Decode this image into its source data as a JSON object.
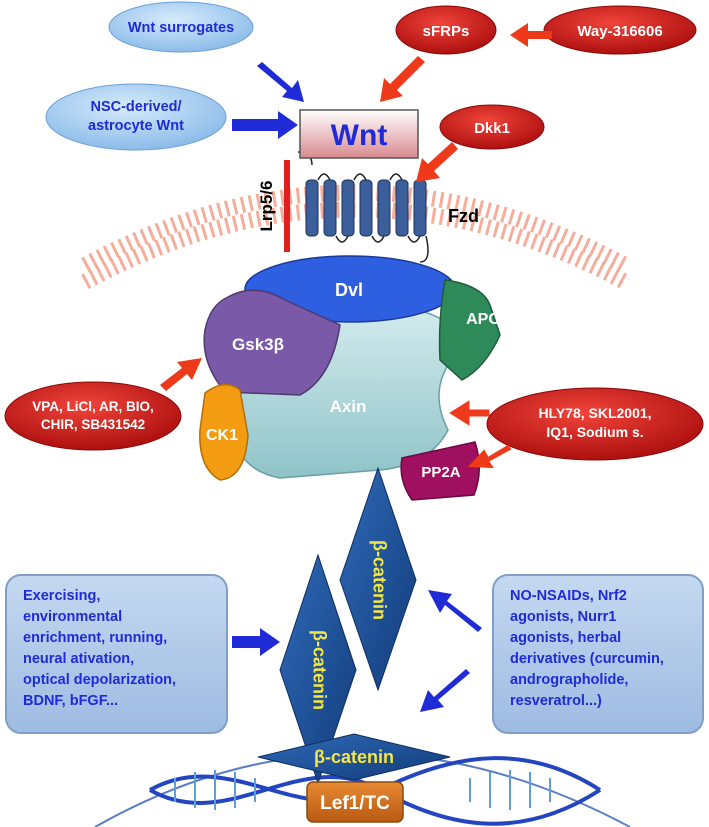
{
  "ligand_modulators": {
    "wnt_surrogates": "Wnt surrogates",
    "nsc_wnt": [
      "NSC-derived/",
      "astrocyte Wnt"
    ],
    "sfrps": "sFRPs",
    "way": "Way-316606",
    "dkk1": "Dkk1"
  },
  "receptor": {
    "wnt": "Wnt",
    "lrp": "Lrp5/6",
    "fzd": "Fzd"
  },
  "destruction_complex": {
    "dvl": "Dvl",
    "apc": "APC",
    "gsk3b": "Gsk3β",
    "axin": "Axin",
    "ck1": "CK1",
    "pp2a": "PP2A"
  },
  "gsk3b_inhibitors": [
    "VPA, LiCl, AR, BIO,",
    "CHIR, SB431542"
  ],
  "axin_modulators": [
    "HLY78, SKL2001,",
    "IQ1, Sodium s."
  ],
  "beta_catenin": "β-catenin",
  "left_box": [
    "Exercising,",
    "environmental",
    "enrichment, running,",
    "neural ativation,",
    "optical depolarization,",
    "BDNF, bFGF..."
  ],
  "right_box": [
    "NO-NSAIDs, Nrf2",
    "agonists, Nurr1",
    "agonists, herbal",
    "derivatives (curcumin,",
    "andrographolide,",
    "resveratrol...)"
  ],
  "transcription_factor": "Lef1/TC",
  "colors": {
    "red_oval": "#c81818",
    "blue_oval": "#9cc8ee",
    "blue_arrow": "#1f2bd6",
    "red_arrow": "#ee3a1a",
    "dvl": "#2d5fe0",
    "apc": "#2f8a5a",
    "gsk3b": "#7a5aa8",
    "axin": "#a8d2d6",
    "ck1": "#f39c12",
    "pp2a": "#a01060",
    "beta_catenin": "#1c4f9c",
    "catenin_text": "#f5e642",
    "lef": "#d4731e"
  }
}
